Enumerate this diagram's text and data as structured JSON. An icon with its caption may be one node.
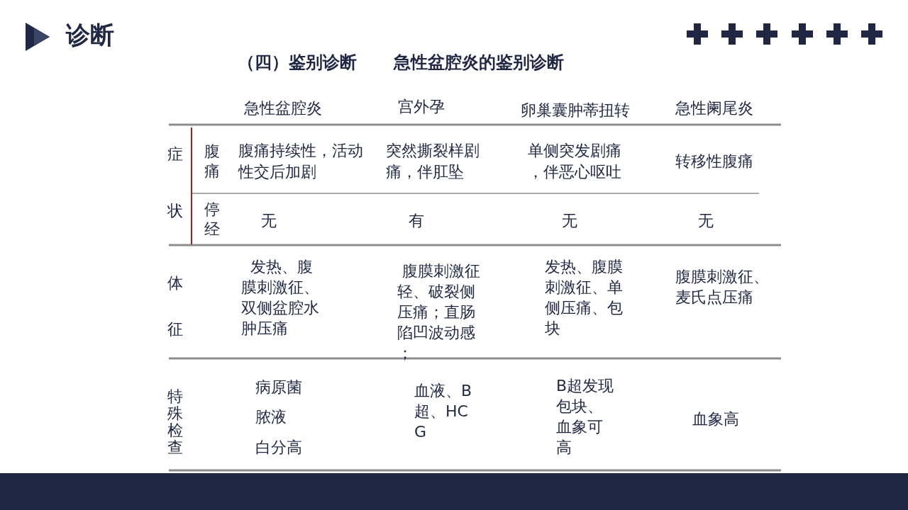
{
  "diagram": {
    "title": "诊断",
    "labels": [
      "（四）鉴别诊断",
      "急性盆腔炎的鉴别诊断",
      "急性盆腔炎",
      "宫外孕",
      "卵巢囊肿蒂扭转",
      "急性阑尾炎",
      "症状",
      "腹痛",
      "腹痛持续性，活动性交后加剧",
      "突然撕裂样剧痛，伴肛坠",
      "单侧突发剧痛，伴恶心呕吐",
      "转移性腹痛",
      "停经",
      "无",
      "有",
      "无",
      "无",
      "体征",
      "发热、腹膜刺激征、双侧盆腔水肿压痛",
      "腹膜刺激征轻、破裂侧压痛；直肠陷凹波动感；",
      "发热、腹膜刺激征、单侧压痛、包块",
      "腹膜刺激征、麦氏点压痛",
      "特殊检查",
      "病原菌",
      "脓液",
      "白分高",
      "血液、B超、HCG",
      "B超发现包块、血象可高",
      "血象高"
    ]
  }
}
